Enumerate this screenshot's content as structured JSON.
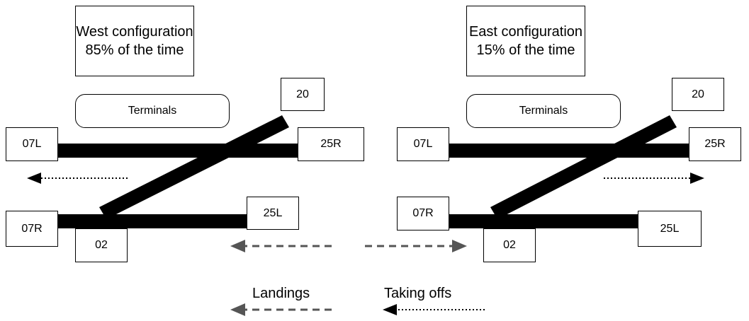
{
  "west": {
    "title_line1": "West configuration",
    "title_line2": "85% of the time",
    "terminals": "Terminals",
    "runways": {
      "r20": "20",
      "r07l": "07L",
      "r25r": "25R",
      "r07r": "07R",
      "r25l": "25L",
      "r02": "02"
    }
  },
  "east": {
    "title_line1": "East configuration",
    "title_line2": "15% of the time",
    "terminals": "Terminals",
    "runways": {
      "r20": "20",
      "r07l": "07L",
      "r25r": "25R",
      "r07r": "07R",
      "r25l": "25L",
      "r02": "02"
    }
  },
  "legend": {
    "landings": "Landings",
    "takeoffs": "Taking offs"
  },
  "colors": {
    "runway": "#000000",
    "landing_arrow": "#555555",
    "takeoff_arrow": "#000000"
  }
}
